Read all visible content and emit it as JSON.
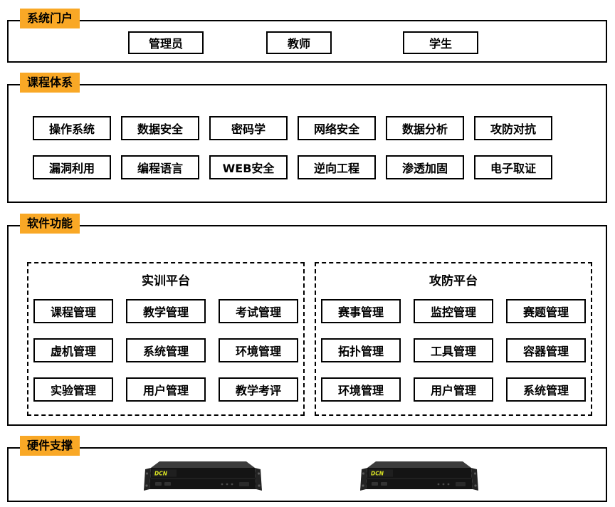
{
  "colors": {
    "accent": "#F9A826",
    "border": "#000000",
    "brand_text": "#D7E022"
  },
  "sections": {
    "portal": {
      "label": "系统门户",
      "items": [
        "管理员",
        "教师",
        "学生"
      ]
    },
    "courses": {
      "label": "课程体系",
      "row1": [
        "操作系统",
        "数据安全",
        "密码学",
        "网络安全",
        "数据分析",
        "攻防对抗"
      ],
      "row2": [
        "漏洞利用",
        "编程语言",
        "WEB安全",
        "逆向工程",
        "渗透加固",
        "电子取证"
      ]
    },
    "software": {
      "label": "软件功能",
      "training": {
        "title": "实训平台",
        "items": [
          "课程管理",
          "教学管理",
          "考试管理",
          "虚机管理",
          "系统管理",
          "环境管理",
          "实验管理",
          "用户管理",
          "教学考评"
        ]
      },
      "attack_defense": {
        "title": "攻防平台",
        "items": [
          "赛事管理",
          "监控管理",
          "赛题管理",
          "拓扑管理",
          "工具管理",
          "容器管理",
          "环境管理",
          "用户管理",
          "系统管理"
        ]
      }
    },
    "hardware": {
      "label": "硬件支撑",
      "brand": "DCN"
    }
  }
}
